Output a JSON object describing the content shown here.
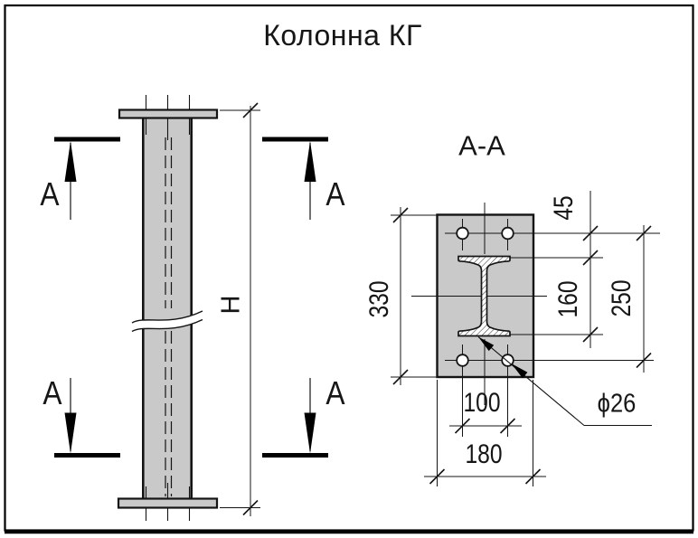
{
  "drawing": {
    "title": "Колонна КГ",
    "views": {
      "elevation": {
        "section_mark": "А",
        "height_dim": "Н"
      },
      "section": {
        "title": "А-А",
        "dim_plate_height": "330",
        "dim_top_offset": "45",
        "dim_bolt_rows": "250",
        "dim_beam_height": "160",
        "dim_bolt_cols": "100",
        "dim_plate_width": "180",
        "dim_hole_diameter": "ϕ26"
      }
    },
    "colors": {
      "background": "#ffffff",
      "line": "#141414",
      "steel_fill": "#c9c9c9"
    }
  }
}
